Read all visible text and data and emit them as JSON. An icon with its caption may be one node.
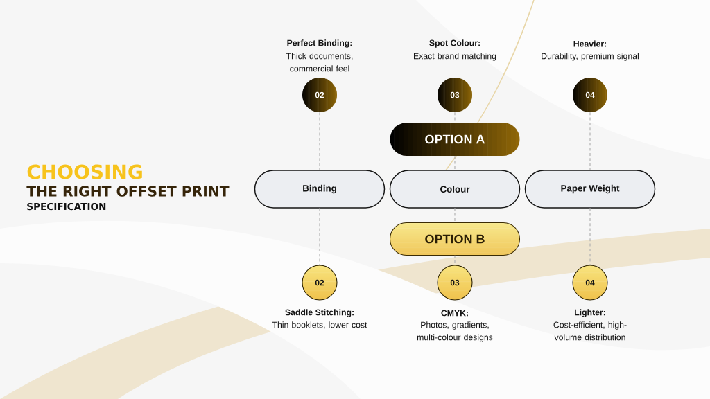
{
  "diagram": {
    "title": "CHOOSING",
    "nodes": [
      {
        "text": [
          "02"
        ],
        "beside": [
          "Perfect Binding:",
          "Thick documents, commercial feel"
        ]
      },
      {
        "text": [
          "03"
        ],
        "beside": [
          "Spot Colour:",
          "Exact brand matching"
        ]
      },
      {
        "text": [
          "04"
        ],
        "beside": [
          "Heavier:",
          "Durability, premium signal"
        ]
      },
      {
        "text": [
          "OPTION A"
        ]
      },
      {
        "text": [
          "Binding"
        ]
      },
      {
        "text": [
          "Colour"
        ]
      },
      {
        "text": [
          "Paper Weight"
        ]
      },
      {
        "text": [
          "OPTION B"
        ]
      },
      {
        "text": [
          "02"
        ],
        "beside": [
          "Saddle Stitching:",
          "Thin booklets, lower cost"
        ]
      },
      {
        "text": [
          "03"
        ],
        "beside": [
          "CMYK:",
          "Photos, gradients, multi-colour designs"
        ]
      },
      {
        "text": [
          "04"
        ],
        "beside": [
          "Lighter:",
          "Cost-efficient, high-volume distribution"
        ]
      }
    ],
    "edges": [
      {
        "from": 0,
        "to": 4,
        "arrow": "none",
        "style": "dashed"
      },
      {
        "from": 4,
        "to": 8,
        "arrow": "none",
        "style": "dashed"
      },
      {
        "from": 1,
        "to": 3,
        "arrow": "none",
        "style": "dashed"
      },
      {
        "from": 3,
        "to": 5,
        "arrow": "none",
        "style": "dashed"
      },
      {
        "from": 5,
        "to": 7,
        "arrow": "none",
        "style": "dashed"
      },
      {
        "from": 7,
        "to": 9,
        "arrow": "none",
        "style": "dashed"
      },
      {
        "from": 2,
        "to": 6,
        "arrow": "none",
        "style": "dashed"
      },
      {
        "from": 6,
        "to": 10,
        "arrow": "none",
        "style": "dashed"
      }
    ],
    "labels": [
      "THE RIGHT OFFSET PRINT",
      "SPECIFICATION"
    ]
  }
}
